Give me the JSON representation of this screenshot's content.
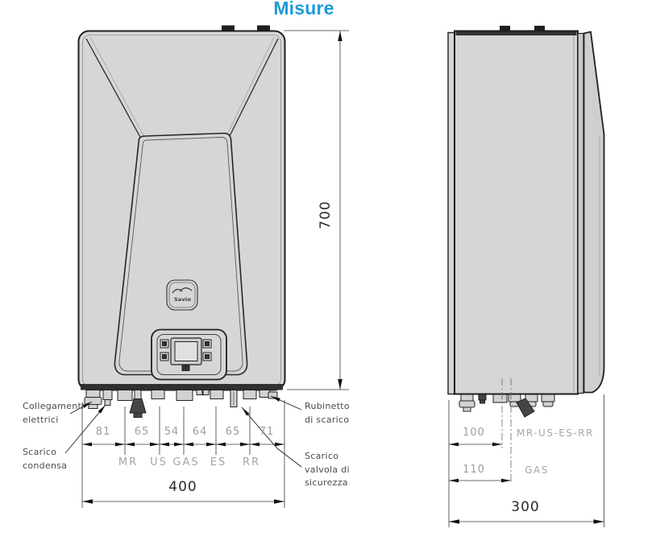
{
  "title": "Misure",
  "colors": {
    "accent": "#1e9ad6",
    "case_fill": "#d6d6d6",
    "dim_text": "#9e9e9e"
  },
  "front_view": {
    "logo_text": "Savio",
    "height_mm": "700",
    "width_mm": "400",
    "bottom_dims": [
      "81",
      "65",
      "54",
      "64",
      "65",
      "71"
    ],
    "port_labels": [
      "MR",
      "US",
      "GAS",
      "ES",
      "RR"
    ],
    "callouts": {
      "collegamenti": {
        "lines": [
          "Collegamenti",
          "elettrici"
        ]
      },
      "scarico_condensa": {
        "lines": [
          "Scarico",
          "condensa"
        ]
      },
      "rubinetto": {
        "lines": [
          "Rubinetto",
          "di scarico"
        ]
      },
      "valvola": {
        "lines": [
          "Scarico",
          "valvola di",
          "sicurezza"
        ]
      }
    }
  },
  "side_view": {
    "depth_mm": "300",
    "offset_dims": [
      {
        "value": "100",
        "label": "MR-US-ES-RR"
      },
      {
        "value": "110",
        "label": "GAS"
      }
    ]
  }
}
